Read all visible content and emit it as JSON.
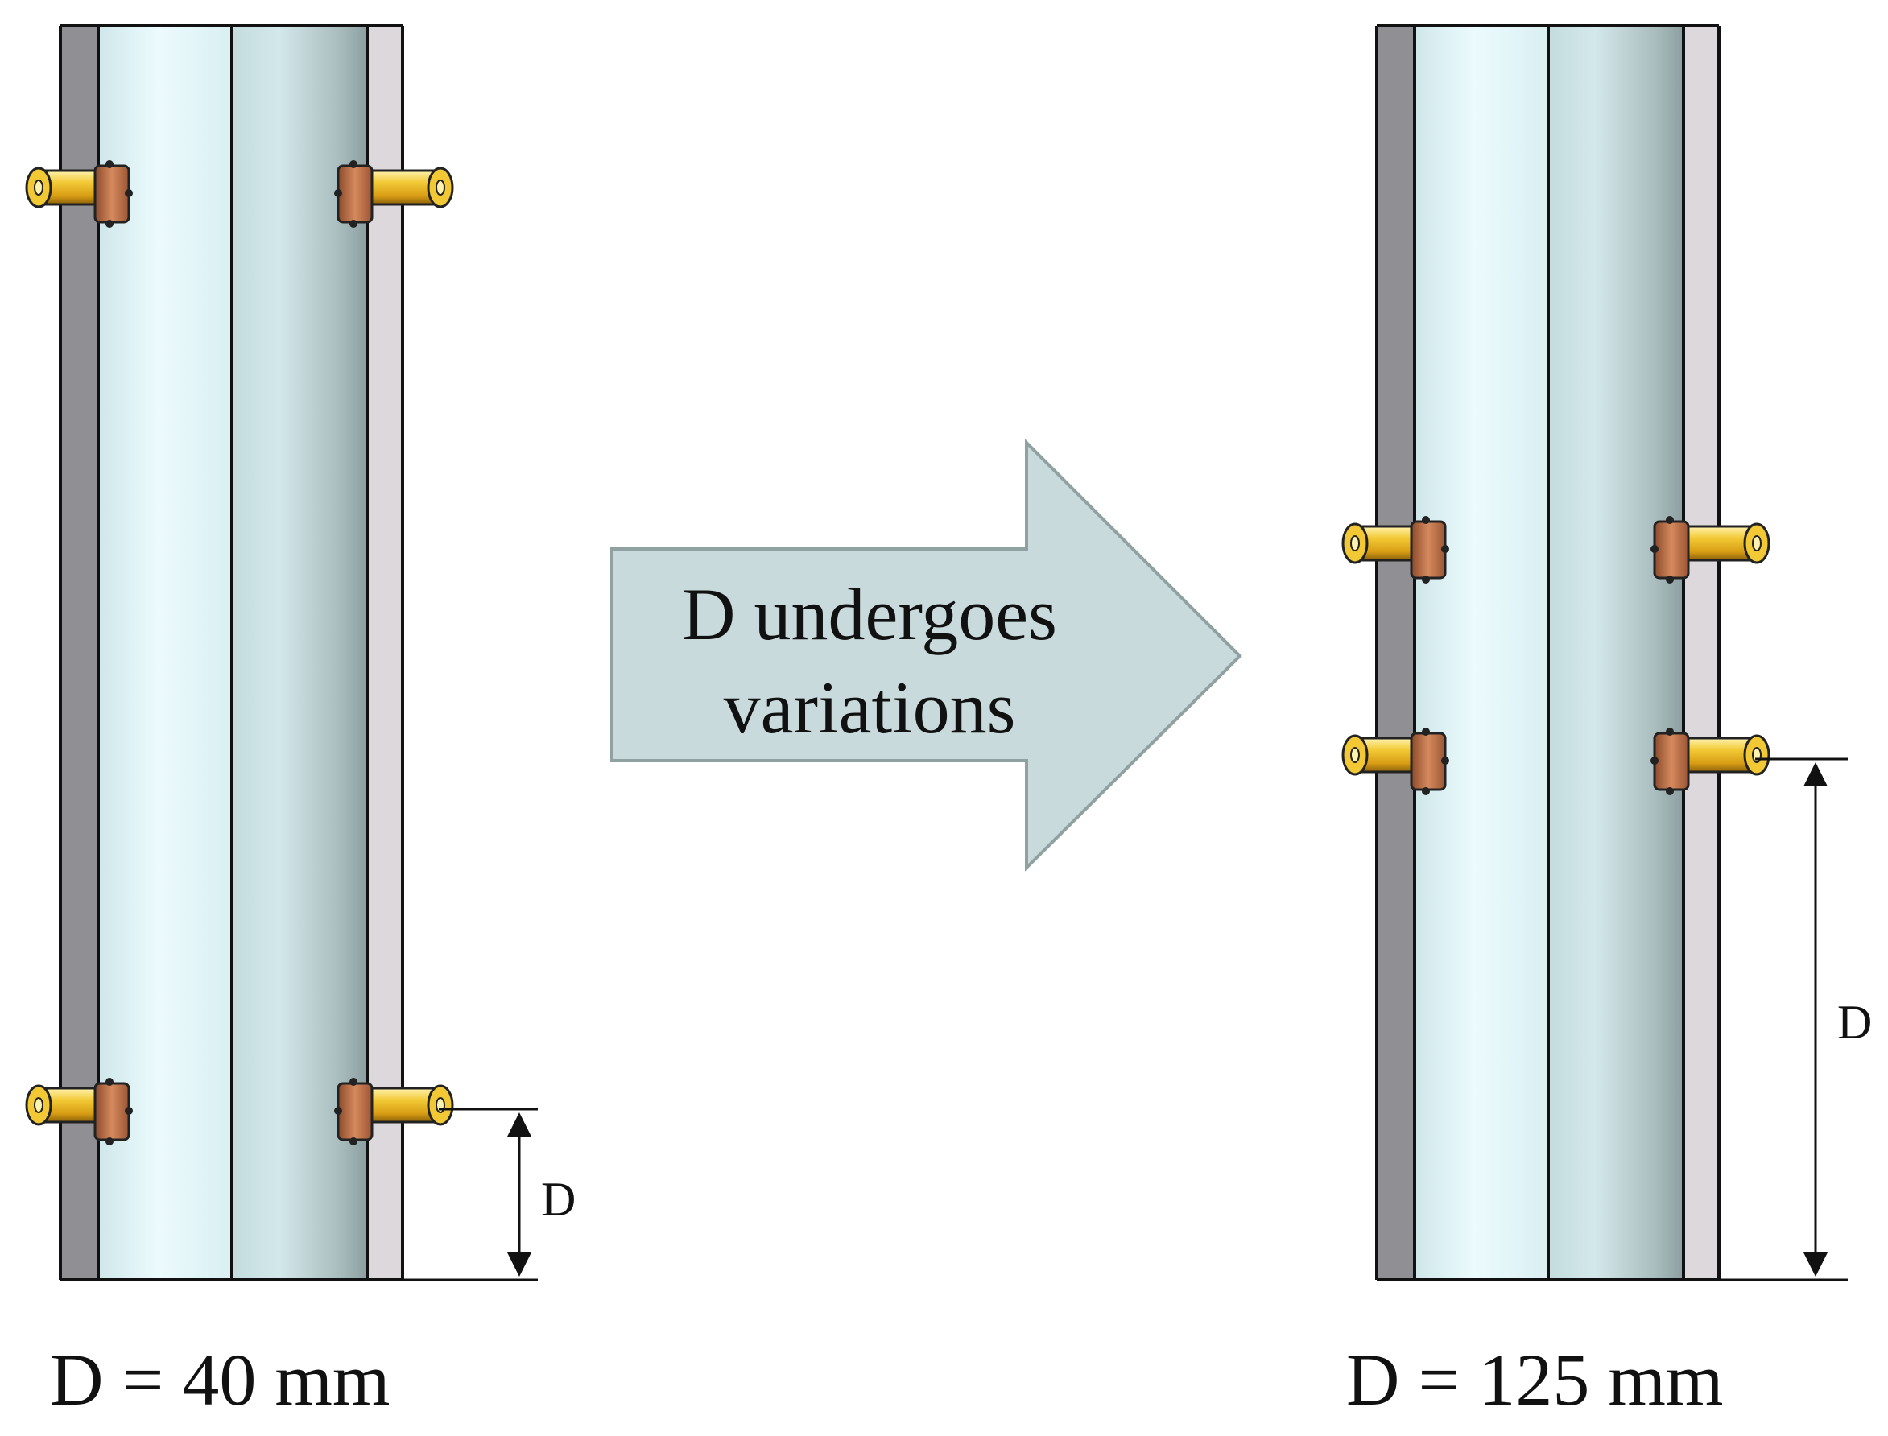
{
  "arrow": {
    "line1": "D undergoes",
    "line2": "variations"
  },
  "left_tube": {
    "dimension_label": "D",
    "caption": "D = 40 mm"
  },
  "right_tube": {
    "dimension_label": "D",
    "caption": "D = 125 mm"
  },
  "colors": {
    "tube_glass_light": "#e6f7fa",
    "tube_glass_dark": "#9fb0b0",
    "tube_wall_left": "#8f8f94",
    "tube_wall_right": "#dcd8dc",
    "arrow_fill": "#c8dadb",
    "probe_brass": "#e4b21c",
    "probe_copper": "#c97a4f"
  }
}
